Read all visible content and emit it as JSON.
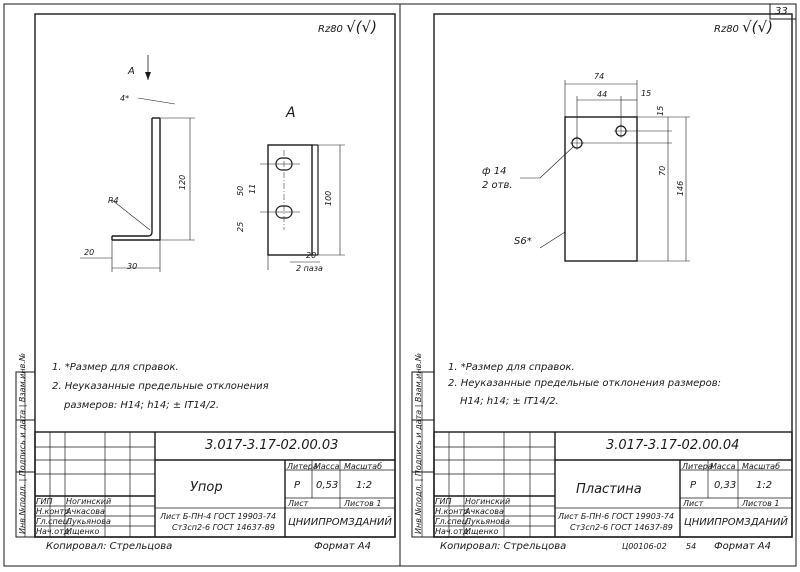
{
  "page_number": "33",
  "left_sheet": {
    "roughness": "Rz80",
    "view_label_arrow": "А",
    "view_label": "А",
    "dim_4": "4*",
    "dim_120": "120",
    "dim_r4": "R4",
    "dim_20_left": "20",
    "dim_30": "30",
    "dim_50": "50",
    "dim_11": "11",
    "dim_25": "25",
    "dim_100": "100",
    "dim_20_right": "20",
    "dim_2paza": "2 паза",
    "note_1": "1. *Размер для справок.",
    "note_2a": "2. Неуказанные предельные отклонения",
    "note_2b": "размеров: H14; h14; ± IT14/2.",
    "doc_code": "3.017-3.17-02.00.03",
    "title": "Упор",
    "col_litera": "Литера",
    "col_massa": "Масса",
    "col_masshtab": "Масштаб",
    "litera": "Р",
    "massa": "0,53",
    "masshtab": "1:2",
    "list_label": "Лист",
    "listov_label": "Листов 1",
    "material_1": "Лист Б-ПН-4 ГОСТ 19903-74",
    "material_2": "Ст3сп2-6 ГОСТ 14637-89",
    "org": "ЦНИИПРОМЗДАНИЙ",
    "role_1": "ГИП",
    "role_2": "Н.контр.",
    "role_3": "Гл.спец.",
    "role_4": "Нач.отд.",
    "name_1": "Ногинский",
    "name_2": "Ачкасова",
    "name_3": "Лукьянова",
    "name_4": "Ищенко",
    "copied": "Копировал: Стрельцова",
    "format": "Формат А4",
    "side_strip": "Инв.№подл. | Подпись и дата | Взам.инв.№"
  },
  "right_sheet": {
    "roughness": "Rz80",
    "dim_74": "74",
    "dim_44": "44",
    "dim_15a": "15",
    "dim_15b": "15",
    "dim_70": "70",
    "dim_146": "146",
    "hole_dia": "ф 14",
    "hole_count": "2 отв.",
    "thickness": "S6*",
    "note_1": "1. *Размер для справок.",
    "note_2a": "2. Неуказанные предельные отклонения размеров:",
    "note_2b": "H14; h14; ± IT14/2.",
    "doc_code": "3.017-3.17-02.00.04",
    "title": "Пластина",
    "col_litera": "Литера",
    "col_massa": "Масса",
    "col_masshtab": "Масштаб",
    "litera": "Р",
    "massa": "0,33",
    "masshtab": "1:2",
    "list_label": "Лист",
    "listov_label": "Листов 1",
    "material_1": "Лист Б-ПН-6 ГОСТ 19903-74",
    "material_2": "Ст3сп2-6 ГОСТ 14637-89",
    "org": "ЦНИИПРОМЗДАНИЙ",
    "role_1": "ГИП",
    "role_2": "Н.контр.",
    "role_3": "Гл.спец.",
    "role_4": "Нач.отд.",
    "name_1": "Ногинский",
    "name_2": "Ачкасова",
    "name_3": "Лукьянова",
    "name_4": "Ищенко",
    "copied": "Копировал: Стрельцова",
    "code_bottom": "Ц00106-02",
    "sheet_no": "54",
    "format": "Формат А4",
    "side_strip": "Инв.№подл. | Подпись и дата | Взам.инв.№"
  }
}
